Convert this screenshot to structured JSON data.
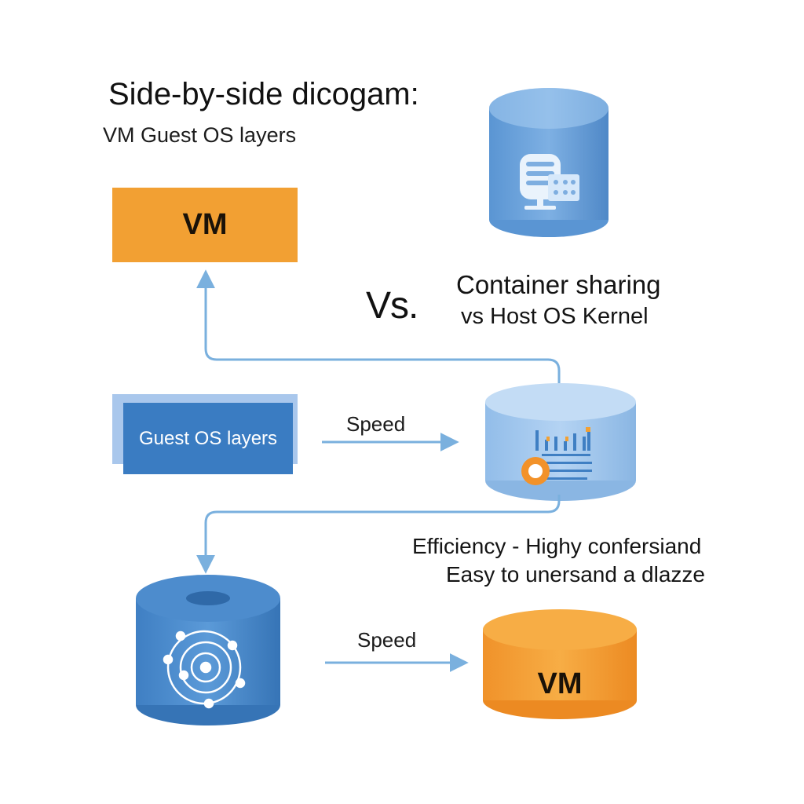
{
  "title": "Side-by-side dicogam:",
  "subtitle": "VM Guest OS layers",
  "vm_box_label": "VM",
  "vs_label": "Vs.",
  "container_text": {
    "line1": "Container sharing",
    "line2": "vs Host OS Kernel"
  },
  "guest_box_label": "Guest OS layers",
  "speed_label_1": "Speed",
  "speed_label_2": "Speed",
  "efficiency_text": {
    "line1": "Efficiency - Highy confersiand",
    "line2": "Easy to unersand a dlazze"
  },
  "vm_cylinder_label": "VM",
  "colors": {
    "orange": "#f2a033",
    "blue": "#3a7cc2",
    "light_blue": "#a9c7ec",
    "arrow": "#7ab0de"
  },
  "icons": [
    "server-icon",
    "bar-chart-icon",
    "orbit-network-icon"
  ]
}
